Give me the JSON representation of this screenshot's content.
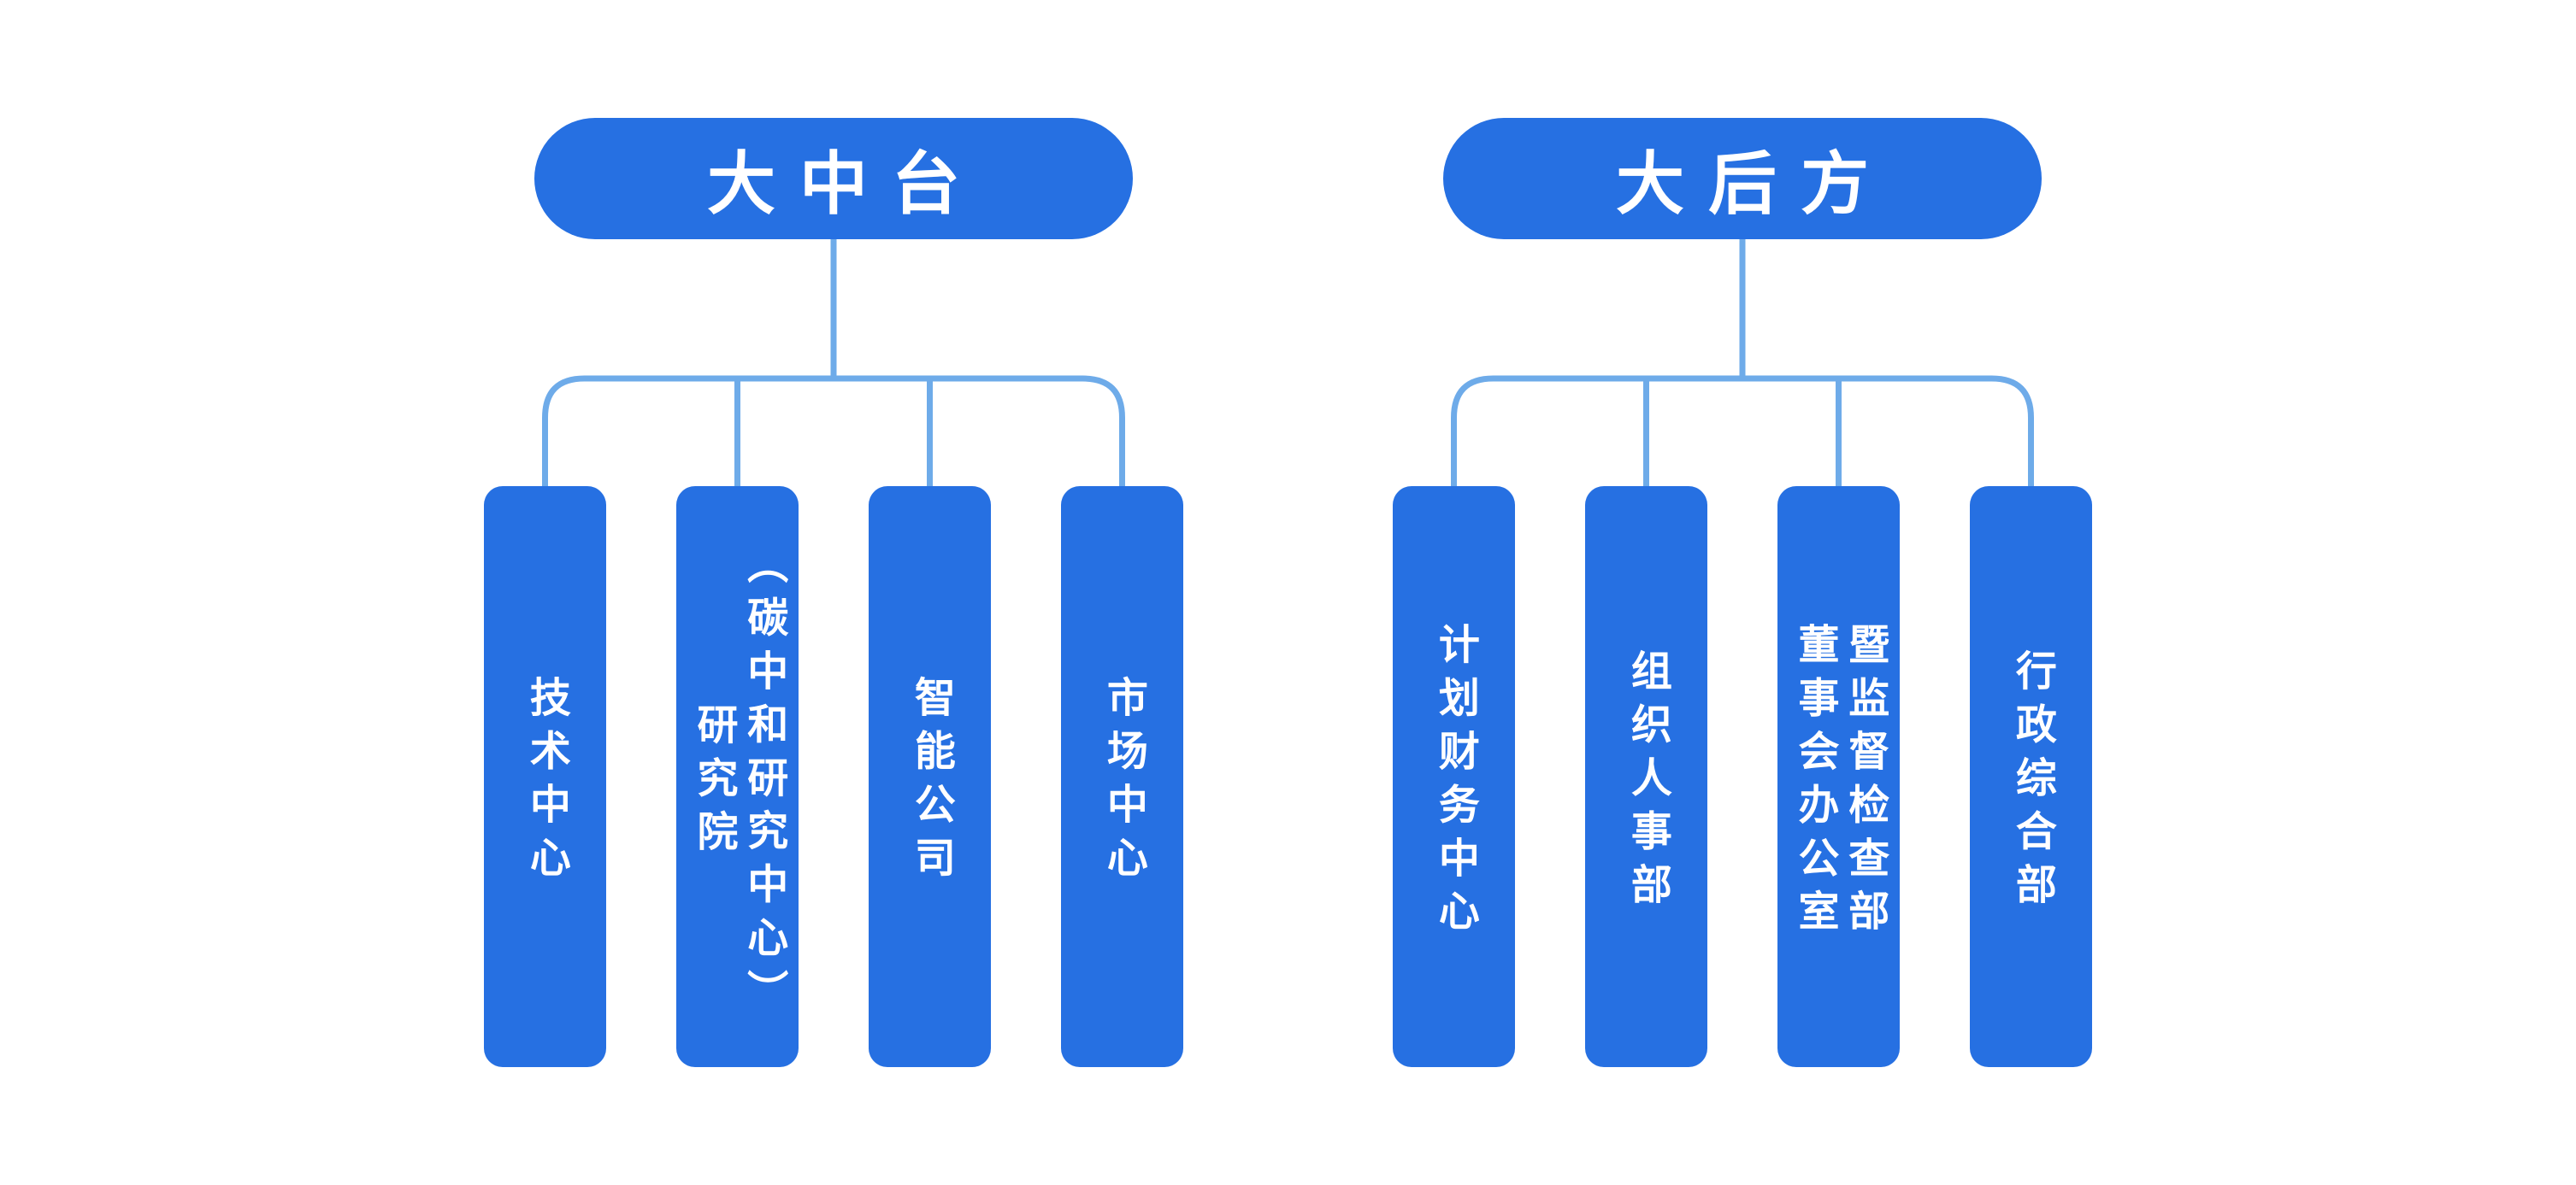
{
  "canvas": {
    "background": "#FFFFFF"
  },
  "colors": {
    "node_fill": "#2670E2",
    "connector": "#6EABE9",
    "text": "#FFFFFF"
  },
  "groups": [
    {
      "id": "da-zhong-tai",
      "root": {
        "label": "大中台"
      },
      "children": [
        {
          "label": "技术中心",
          "lines": [
            "技术中心"
          ]
        },
        {
          "label": "研究院（碳中和研究中心）",
          "lines": [
            "研究院",
            "（碳中和研究中心）"
          ]
        },
        {
          "label": "智能公司",
          "lines": [
            "智能公司"
          ]
        },
        {
          "label": "市场中心",
          "lines": [
            "市场中心"
          ]
        }
      ]
    },
    {
      "id": "da-hou-fang",
      "root": {
        "label": "大后方"
      },
      "children": [
        {
          "label": "计划财务中心",
          "lines": [
            "计划财务中心"
          ]
        },
        {
          "label": "组织人事部",
          "lines": [
            "组织人事部"
          ]
        },
        {
          "label": "董事会办公室暨监督检查部",
          "lines": [
            "董事会办公室",
            "暨监督检查部"
          ]
        },
        {
          "label": "行政综合部",
          "lines": [
            "行政综合部"
          ]
        }
      ]
    }
  ]
}
